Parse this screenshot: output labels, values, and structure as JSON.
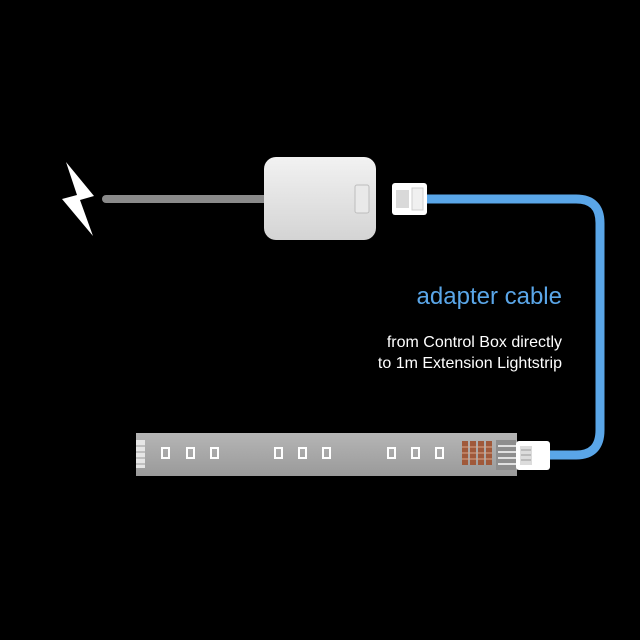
{
  "labels": {
    "cable_title": "adapter cable",
    "description_line1": "from Control Box directly",
    "description_line2": "to 1m Extension Lightstrip"
  },
  "icons": {
    "power": "lightning-bolt-icon"
  },
  "colors": {
    "background": "#000000",
    "adapter_cable": "#5aa6e8",
    "power_cord": "#8a8a8a",
    "control_box": "#e6e6e6",
    "lightstrip": "#a9a9a9",
    "led": "#ffffff",
    "label_accent": "#5aa6e8",
    "label_text": "#ffffff"
  },
  "lightstrip": {
    "led_groups": 3,
    "leds_per_group": 3
  }
}
